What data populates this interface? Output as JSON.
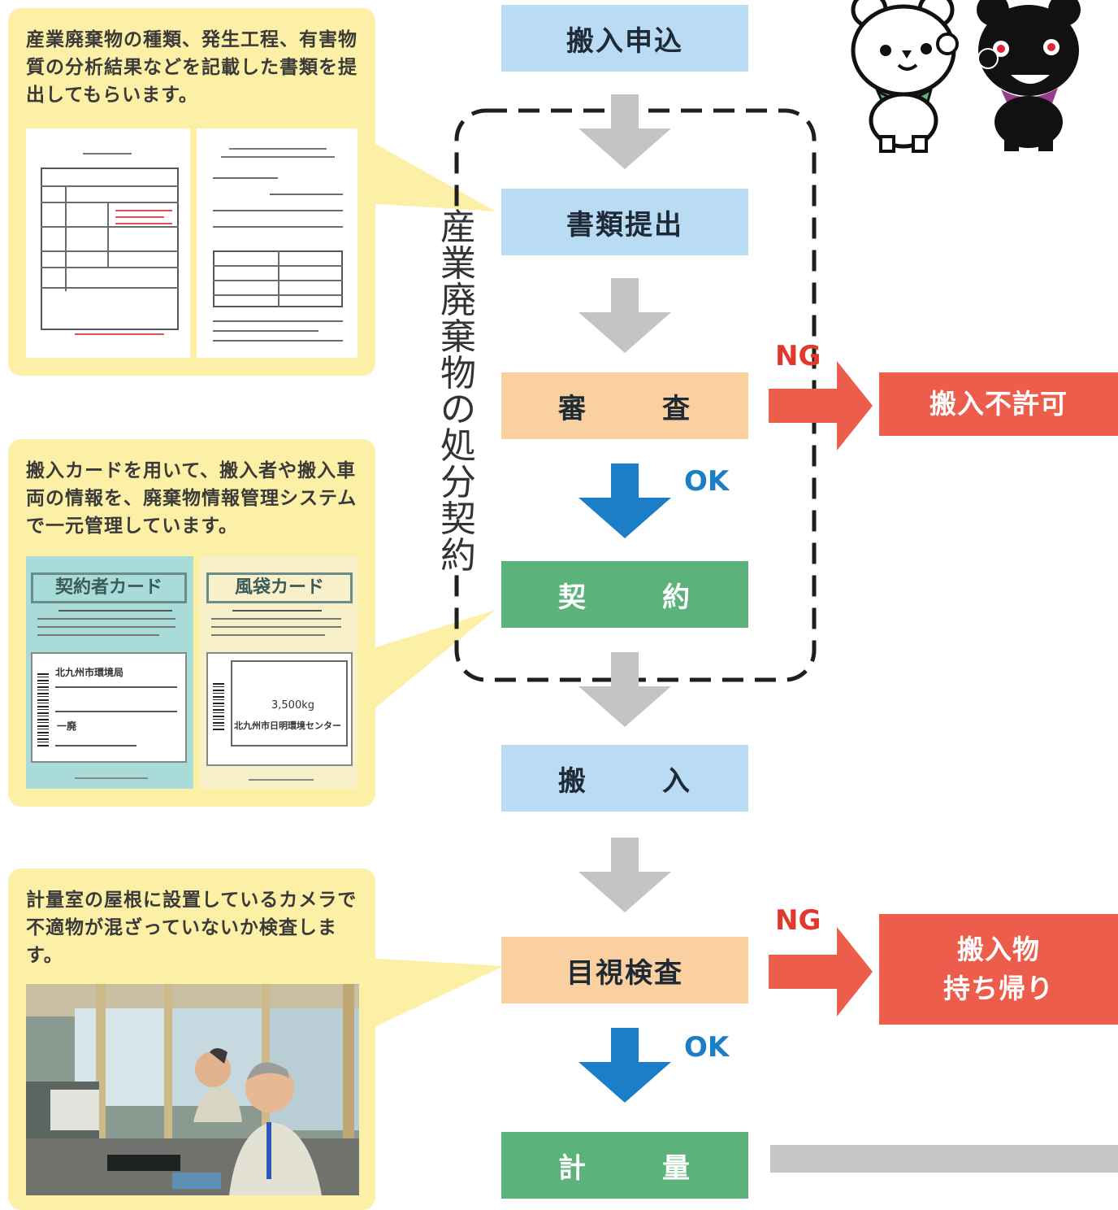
{
  "flow": {
    "application": "搬入申込",
    "documents": "書類提出",
    "review_a": "審",
    "review_b": "査",
    "contract_a": "契",
    "contract_b": "約",
    "carry_in_a": "搬",
    "carry_in_b": "入",
    "visual_inspection": "目視検査",
    "weighing_a": "計",
    "weighing_b": "量"
  },
  "branches": {
    "ng_label": "NG",
    "ok_label": "OK",
    "rejected": "搬入不許可",
    "take_back_line1": "搬入物",
    "take_back_line2": "持ち帰り"
  },
  "group_label": [
    "産",
    "業",
    "廃",
    "棄",
    "物",
    "の",
    "処",
    "分",
    "契",
    "約"
  ],
  "callouts": {
    "documents_text": "産業廃棄物の種類、発生工程、有害物質の分析結果などを記載した書類を提出してもらいます。",
    "cards_text": "搬入カードを用いて、搬入者や搬入車両の情報を、廃棄物情報管理システムで一元管理しています。",
    "inspection_text": "計量室の屋根に設置しているカメラで不適物が混ざっていないか検査します。"
  },
  "cards": {
    "contractor_card_title": "契約者カード",
    "bag_card_title": "風袋カード",
    "contractor_line1": "北九州市環境局",
    "contractor_line2": "一廃",
    "bag_weight": "3,500kg",
    "bag_owner": "北九州市日明環境センター"
  },
  "colors": {
    "step_blue": "#b9dcf4",
    "step_orange": "#fbd0a0",
    "step_green": "#5bb27a",
    "reject_red": "#ec5d4c",
    "ok_arrow_blue": "#1b7ec6",
    "flow_arrow_gray": "#c4c4c4",
    "callout_yellow": "#fcf0a6"
  }
}
